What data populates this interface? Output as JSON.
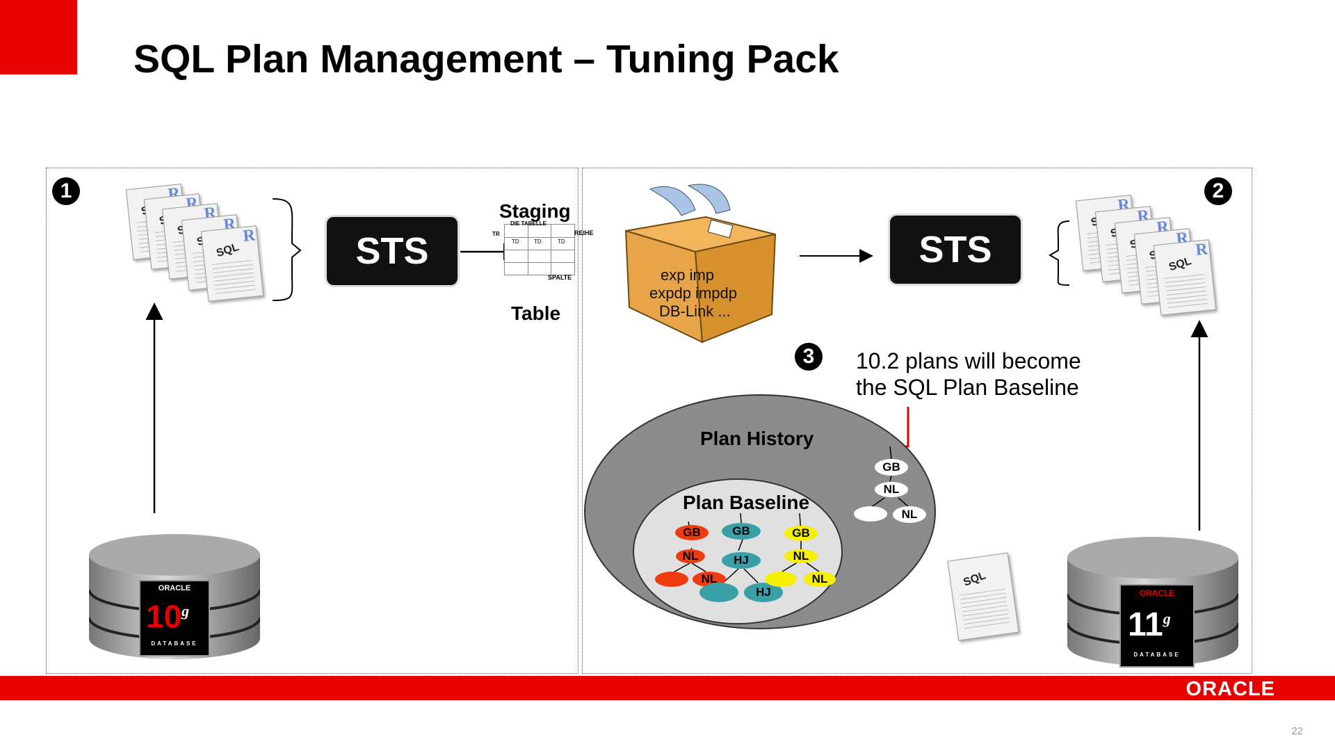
{
  "slide": {
    "title": "SQL Plan Management – Tuning Pack",
    "page_number": "22",
    "footer_logo": "ORACLE",
    "accent_color": "#e60000"
  },
  "steps": {
    "one": "1",
    "two": "2",
    "three": "3"
  },
  "left": {
    "sts_label": "STS",
    "staging_label": "Staging",
    "table_label": "Table",
    "table_header": "DIE TABELLE",
    "table_row": "REIHE",
    "table_col": "SPALTE",
    "table_tr": "TR",
    "table_td": "TD",
    "doc_sql": "SQL",
    "doc_r": "R",
    "db_brand": "ORACLE",
    "db_version": "10",
    "db_g": "g",
    "db_word": "DATABASE"
  },
  "right": {
    "sts_label": "STS",
    "box_lines": [
      "exp  imp",
      "expdp  impdp",
      "DB-Link ..."
    ],
    "note_line1": "10.2 plans will become",
    "note_line2": "the SQL Plan Baseline",
    "plan_history": "Plan History",
    "plan_baseline": "Plan Baseline",
    "nodes": {
      "gb": "GB",
      "nl": "NL",
      "hj": "HJ"
    },
    "doc_sql": "SQL",
    "db_brand": "ORACLE",
    "db_version": "11",
    "db_g": "g",
    "db_word": "DATABASE"
  }
}
